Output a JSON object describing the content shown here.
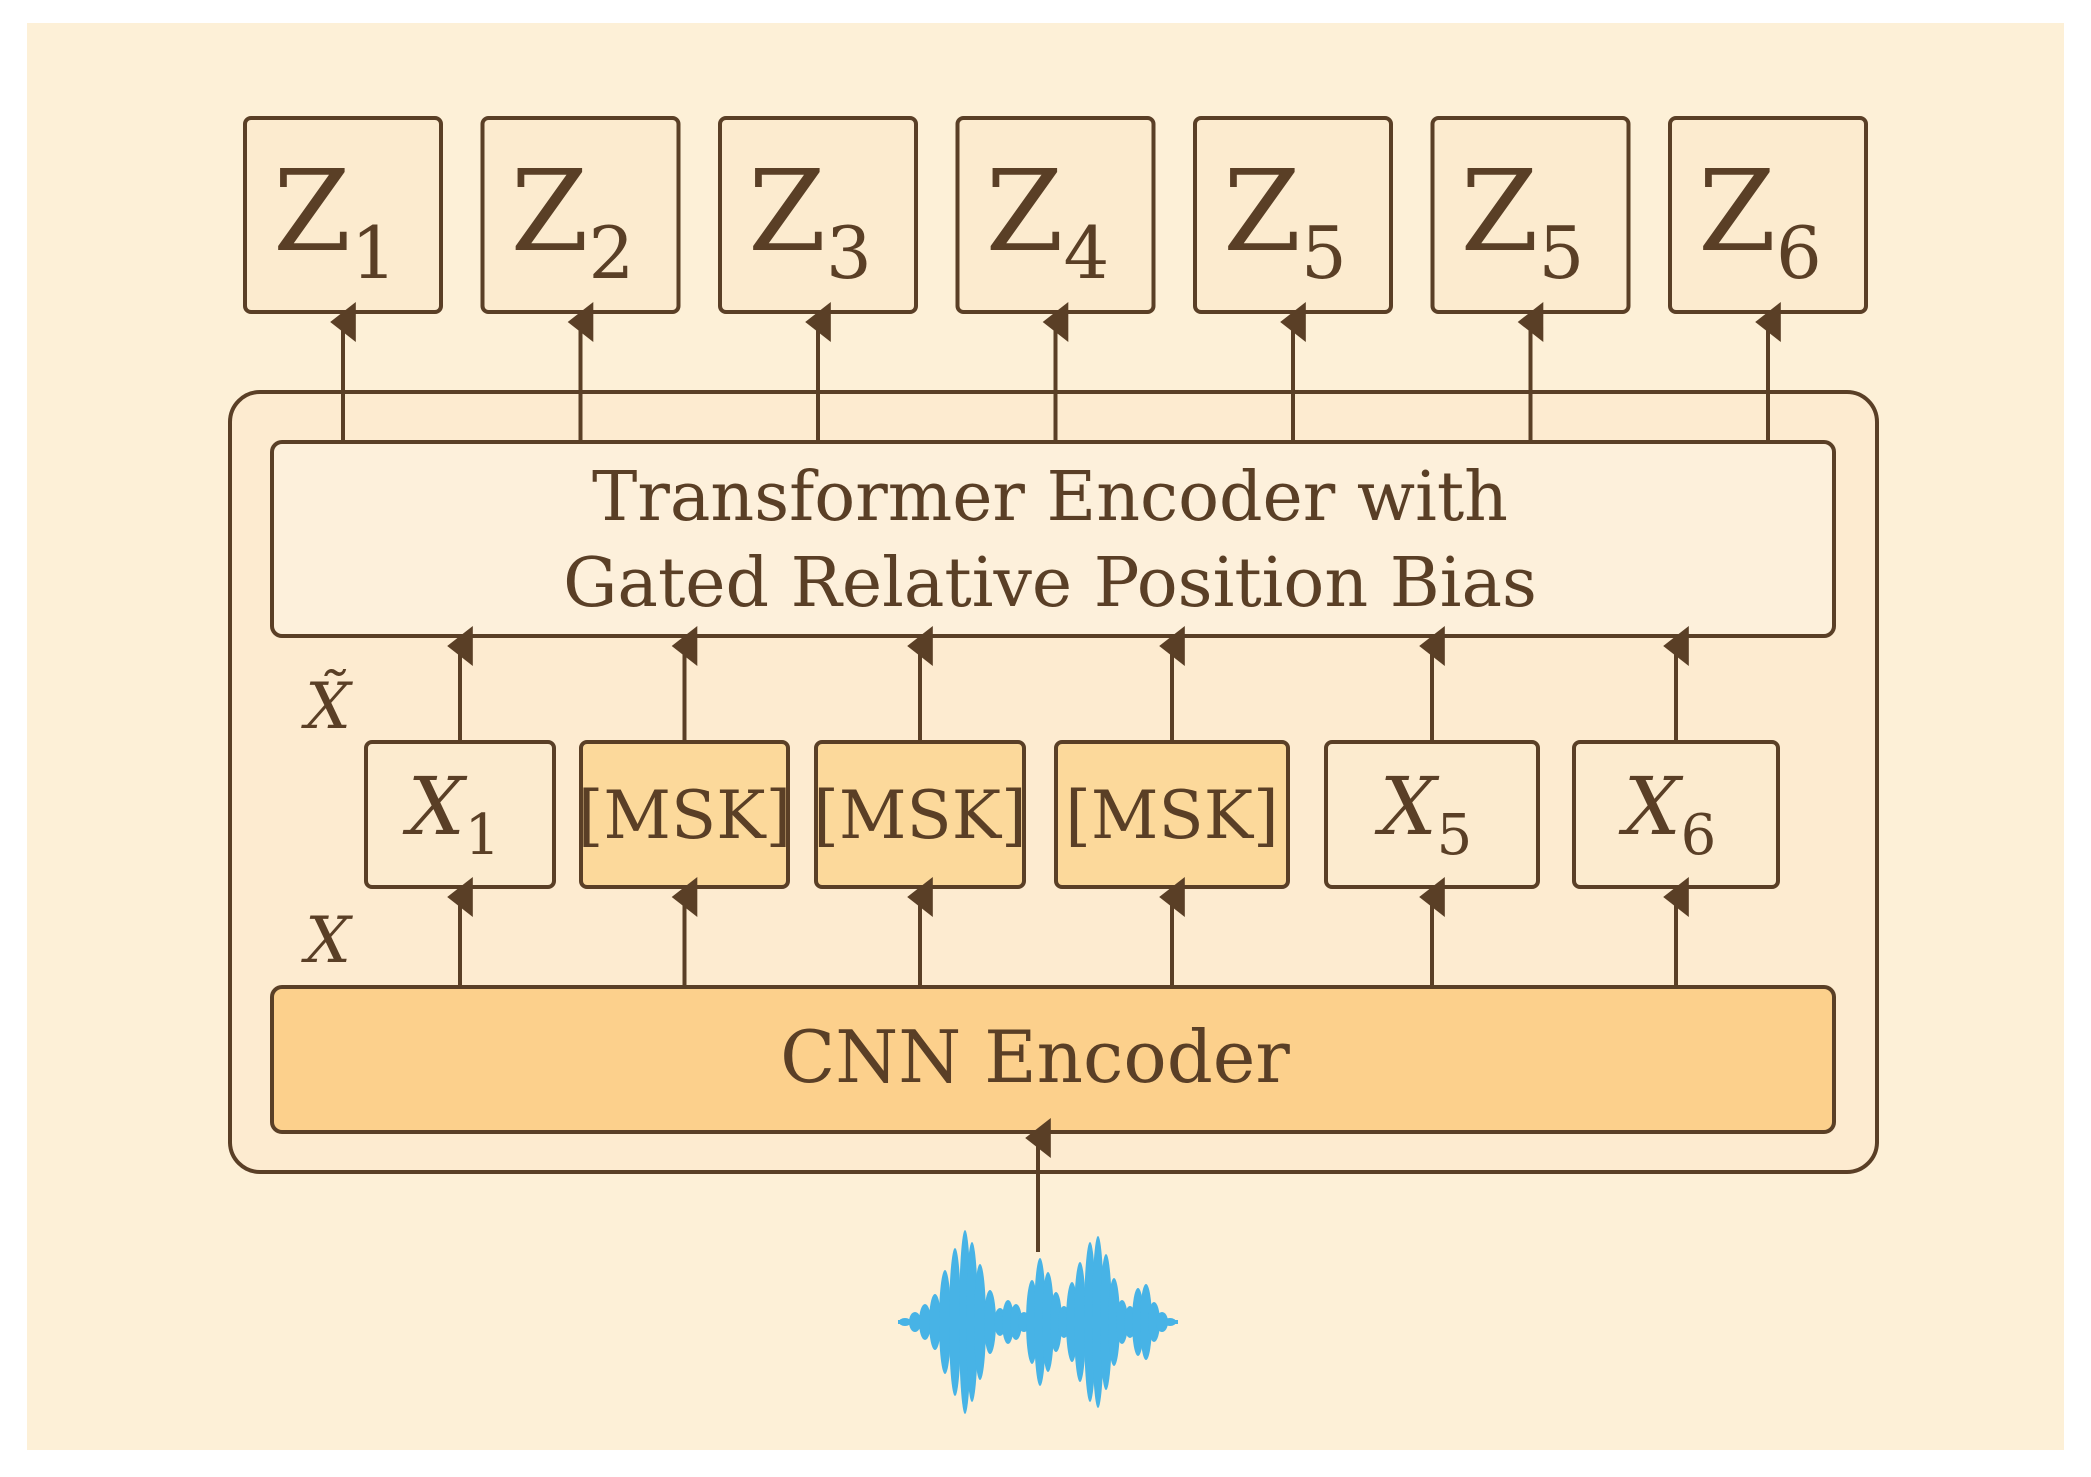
{
  "outputs": [
    {
      "base": "Z",
      "sub": "1"
    },
    {
      "base": "Z",
      "sub": "2"
    },
    {
      "base": "Z",
      "sub": "3"
    },
    {
      "base": "Z",
      "sub": "4"
    },
    {
      "base": "Z",
      "sub": "5"
    },
    {
      "base": "Z",
      "sub": "5"
    },
    {
      "base": "Z",
      "sub": "6"
    }
  ],
  "transformer": {
    "line1": "Transformer Encoder with",
    "line2": "Gated Relative Position Bias"
  },
  "masked_label": "X̃",
  "feature_label": "X",
  "tokens": [
    {
      "base": "X",
      "sub": "1",
      "masked": false
    },
    {
      "label": "[MSK]",
      "masked": true
    },
    {
      "label": "[MSK]",
      "masked": true
    },
    {
      "label": "[MSK]",
      "masked": true
    },
    {
      "base": "X",
      "sub": "5",
      "masked": false
    },
    {
      "base": "X",
      "sub": "6",
      "masked": false
    }
  ],
  "cnn": {
    "label": "CNN Encoder"
  },
  "colors": {
    "background": "#fdf0d7",
    "stroke": "#5a3f26",
    "box_fill": "#fcebcf",
    "mask_fill": "#fcd99b",
    "cnn_fill": "#fcd08c",
    "waveform": "#47b3e6"
  }
}
